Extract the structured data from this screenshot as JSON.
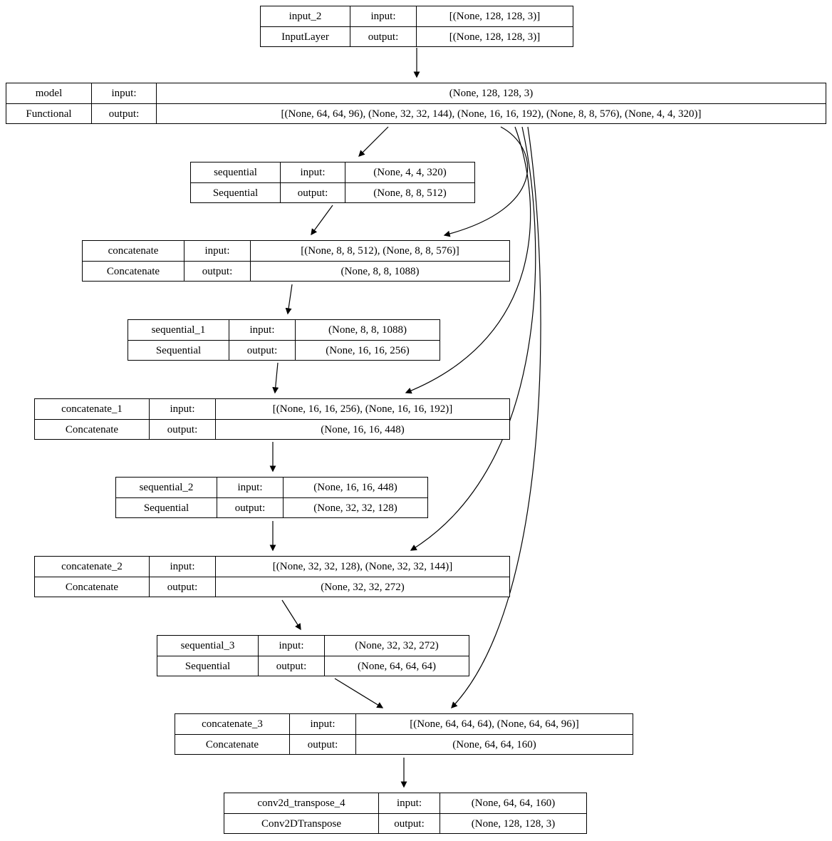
{
  "diagram": {
    "title": "keras-model-plot",
    "input_label": "input:",
    "output_label": "output:",
    "nodes": [
      {
        "name": "input_2",
        "type": "InputLayer",
        "input": "[(None, 128, 128, 3)]",
        "output": "[(None, 128, 128, 3)]"
      },
      {
        "name": "model",
        "type": "Functional",
        "input": "(None, 128, 128, 3)",
        "output": "[(None, 64, 64, 96), (None, 32, 32, 144), (None, 16, 16, 192), (None, 8, 8, 576), (None, 4, 4, 320)]"
      },
      {
        "name": "sequential",
        "type": "Sequential",
        "input": "(None, 4, 4, 320)",
        "output": "(None, 8, 8, 512)"
      },
      {
        "name": "concatenate",
        "type": "Concatenate",
        "input": "[(None, 8, 8, 512), (None, 8, 8, 576)]",
        "output": "(None, 8, 8, 1088)"
      },
      {
        "name": "sequential_1",
        "type": "Sequential",
        "input": "(None, 8, 8, 1088)",
        "output": "(None, 16, 16, 256)"
      },
      {
        "name": "concatenate_1",
        "type": "Concatenate",
        "input": "[(None, 16, 16, 256), (None, 16, 16, 192)]",
        "output": "(None, 16, 16, 448)"
      },
      {
        "name": "sequential_2",
        "type": "Sequential",
        "input": "(None, 16, 16, 448)",
        "output": "(None, 32, 32, 128)"
      },
      {
        "name": "concatenate_2",
        "type": "Concatenate",
        "input": "[(None, 32, 32, 128), (None, 32, 32, 144)]",
        "output": "(None, 32, 32, 272)"
      },
      {
        "name": "sequential_3",
        "type": "Sequential",
        "input": "(None, 32, 32, 272)",
        "output": "(None, 64, 64, 64)"
      },
      {
        "name": "concatenate_3",
        "type": "Concatenate",
        "input": "[(None, 64, 64, 64), (None, 64, 64, 96)]",
        "output": "(None, 64, 64, 160)"
      },
      {
        "name": "conv2d_transpose_4",
        "type": "Conv2DTranspose",
        "input": "(None, 64, 64, 160)",
        "output": "(None, 128, 128, 3)"
      }
    ]
  }
}
